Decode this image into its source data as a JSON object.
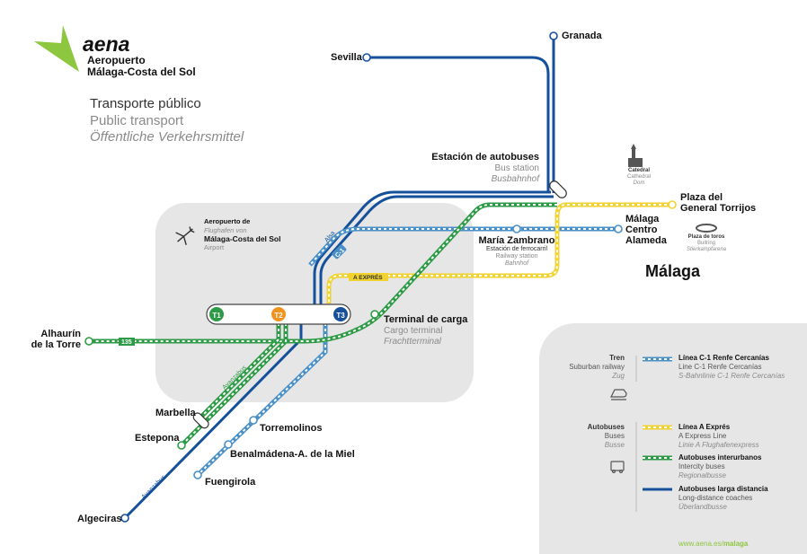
{
  "brand": {
    "logo_text": "aena",
    "airport_line1": "Aeropuerto",
    "airport_line2": "Málaga-Costa del Sol"
  },
  "heading": {
    "es": "Transporte público",
    "en": "Public transport",
    "de": "Öffentliche Verkehrsmittel"
  },
  "airport_zone": {
    "title": "Aeropuerto de",
    "sub_de": "Flughafen von",
    "name": "Málaga-Costa del Sol",
    "sub_en": "Airport"
  },
  "terminals": [
    "T1",
    "T2",
    "T3"
  ],
  "stations": {
    "granada": "Granada",
    "sevilla": "Sevilla",
    "bus_station": {
      "es": "Estación de autobuses",
      "en": "Bus station",
      "de": "Busbahnhof"
    },
    "plaza_torrijos": {
      "line1": "Plaza del",
      "line2": "General Torrijos"
    },
    "malaga_centro": {
      "line1": "Málaga",
      "line2": "Centro",
      "line3": "Alameda"
    },
    "maria_zambrano": {
      "name": "María Zambrano",
      "es": "Estación de ferrocarril",
      "en": "Railway station",
      "de": "Bahnhof"
    },
    "terminal_carga": {
      "es": "Terminal de carga",
      "en": "Cargo terminal",
      "de": "Frachtterminal"
    },
    "alhaurin": {
      "line1": "Alhaurín",
      "line2": "de la Torre"
    },
    "marbella": "Marbella",
    "estepona": "Estepona",
    "torremolinos": "Torremolinos",
    "benalmadena": "Benalmádena-A. de la Miel",
    "fuengirola": "Fuengirola",
    "algeciras": "Algeciras"
  },
  "landmarks": {
    "cathedral": {
      "es": "Catedral",
      "en": "Cathedral",
      "de": "Dom"
    },
    "bullring": {
      "es": "Plaza de toros",
      "en": "Bullring",
      "de": "Stierkampfarena"
    },
    "city": "Málaga"
  },
  "route_labels": {
    "alsa": "Alsa",
    "c1": "C-1",
    "a_expres": "A EXPRÉS",
    "m135": "135",
    "avanzabus_green": "Avanzabus",
    "avanzabus_blue": "Avanzabus"
  },
  "legend": {
    "train": {
      "es": "Tren",
      "en": "Suburban railway",
      "de": "Zug"
    },
    "bus": {
      "es": "Autobuses",
      "en": "Buses",
      "de": "Busse"
    },
    "items": [
      {
        "color": "#4a90c8",
        "style": "dashed",
        "es": "Línea C-1 Renfe Cercanías",
        "en": "Line C-1 Renfe Cercanías",
        "de": "S-Bahnlinie C-1 Renfe Cercanías"
      },
      {
        "color": "#f2d22e",
        "style": "dashed",
        "es": "Línea A Exprés",
        "en": "A Express Line",
        "de": "Linie A Flughafenexpress"
      },
      {
        "color": "#2d9b45",
        "style": "dashed",
        "es": "Autobuses interurbanos",
        "en": "Intercity buses",
        "de": "Regionalbusse"
      },
      {
        "color": "#15509b",
        "style": "solid",
        "es": "Autobuses larga distancia",
        "en": "Long-distance coaches",
        "de": "Überlandbusse"
      }
    ],
    "url": "www.aena.es/",
    "url_bold": "malaga"
  },
  "colors": {
    "brand_green": "#8dc63f",
    "coach_blue": "#15509b",
    "train_blue": "#4a90c8",
    "express_yellow": "#f2d22e",
    "intercity_green": "#2d9b45",
    "zone_gray": "#e6e6e6"
  }
}
